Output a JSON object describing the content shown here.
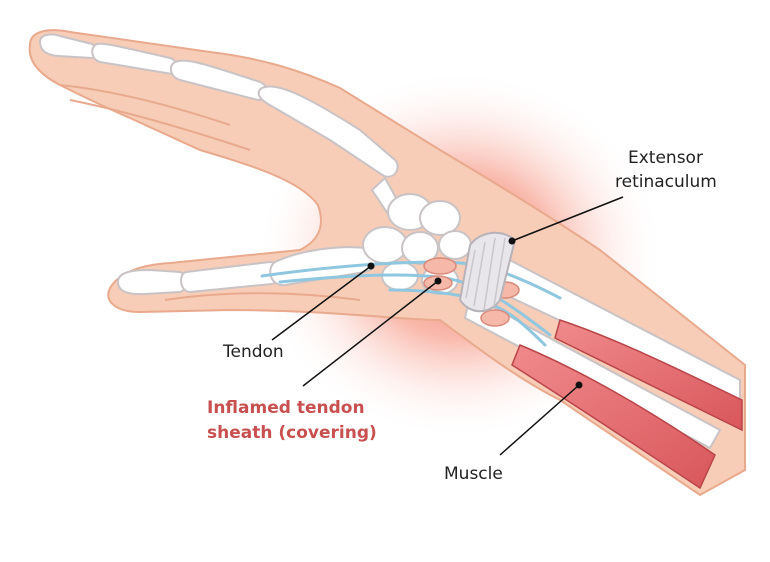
{
  "labels": {
    "extensor_line1": "Extensor",
    "extensor_line2": "retinaculum",
    "tendon": "Tendon",
    "inflamed_line1": "Inflamed tendon",
    "inflamed_line2": "sheath (covering)",
    "muscle": "Muscle"
  },
  "colors": {
    "skin": "#f7cdb7",
    "skin_outline": "#e9a98d",
    "bone": "#ffffff",
    "bone_outline": "#c9c3c6",
    "tendon": "#8fc7e0",
    "muscle": "#e26c6e",
    "inflammation": "#ef5a3f",
    "highlight_text": "#c8504f"
  }
}
